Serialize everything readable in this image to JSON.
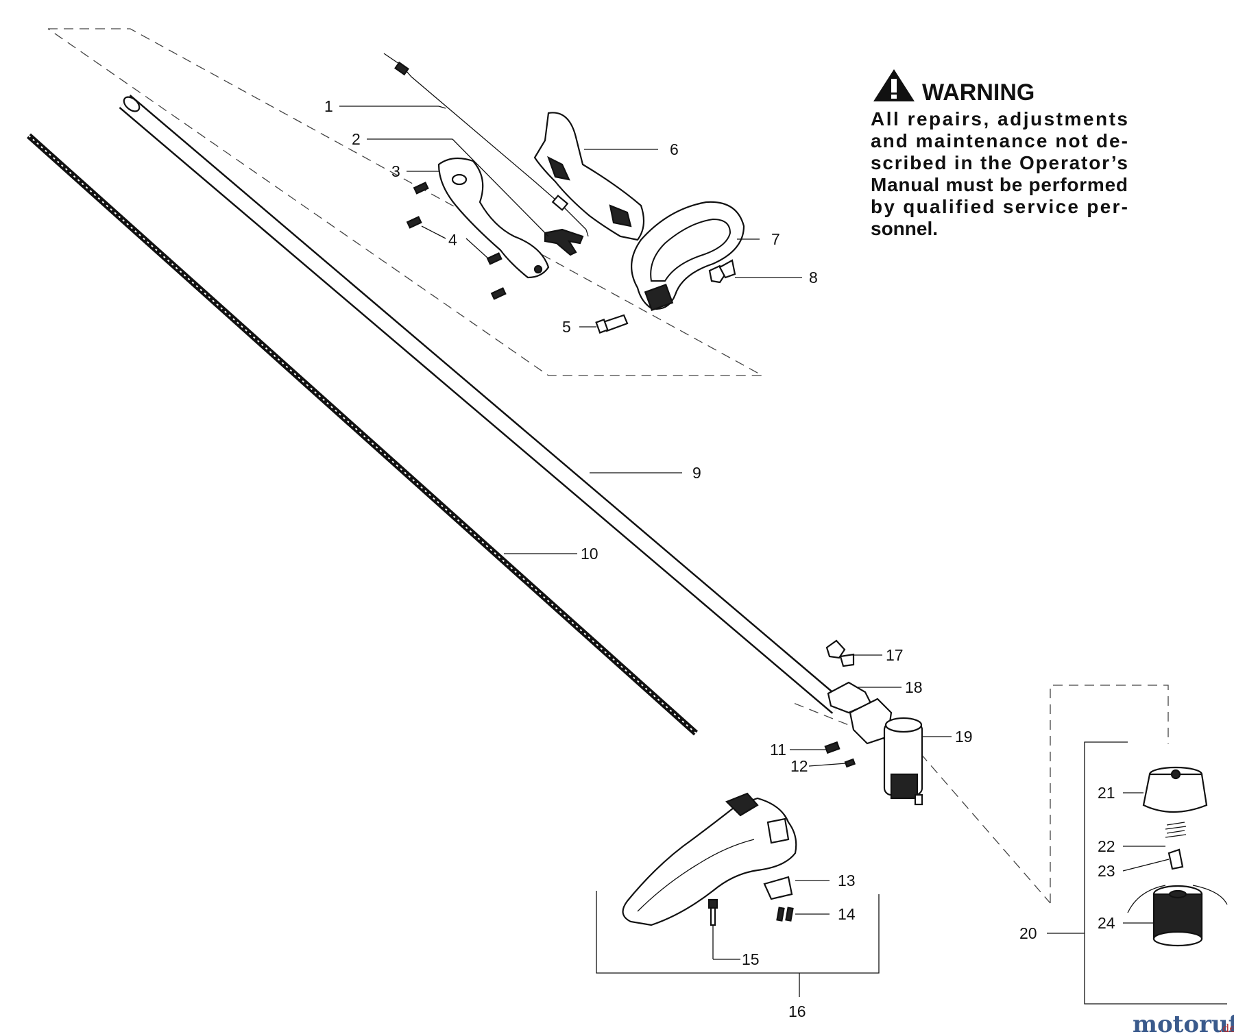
{
  "warning": {
    "title": "WARNING",
    "lines": [
      "All   repairs,   adjustments",
      "and  maintenance  not  de-",
      "scribed  in  the  Operator’s",
      "Manual must be performed",
      "by  qualified    service  per-",
      "sonnel."
    ]
  },
  "callouts": [
    "1",
    "2",
    "3",
    "4",
    "5",
    "6",
    "7",
    "8",
    "9",
    "10",
    "11",
    "12",
    "13",
    "14",
    "15",
    "16",
    "17",
    "18",
    "19",
    "20",
    "21",
    "22",
    "23",
    "24"
  ],
  "watermark": {
    "main": "motoruf",
    "suffix": ".de"
  },
  "colors": {
    "ink": "#111111",
    "background": "#ffffff",
    "watermark_blue": "#3a5a8c",
    "watermark_green": "#4d8a3a",
    "watermark_red": "#b03030"
  },
  "icons": [
    "warning-triangle-icon"
  ]
}
